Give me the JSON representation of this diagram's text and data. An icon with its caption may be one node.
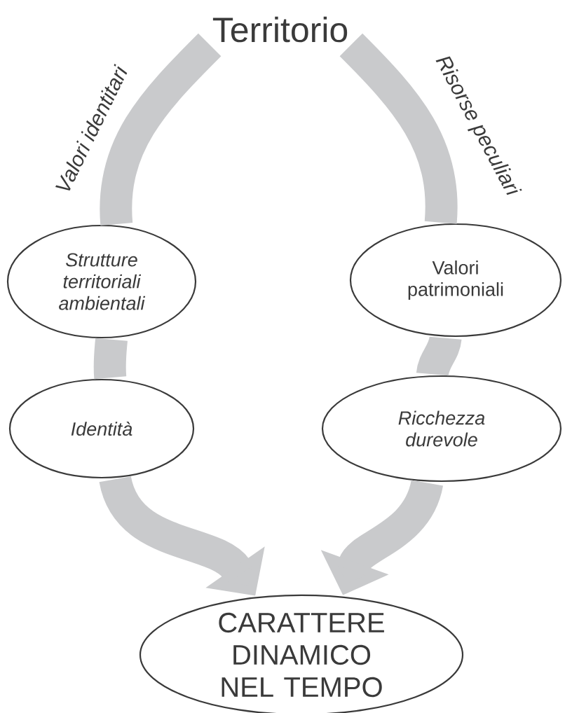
{
  "diagram": {
    "nodes": [
      {
        "text": [
          "Territorio"
        ]
      },
      {
        "text": [
          "Strutture territoriali ambientali"
        ]
      },
      {
        "text": [
          "Valori patrimoniali"
        ]
      },
      {
        "text": [
          "Identità"
        ]
      },
      {
        "text": [
          "Ricchezza durevole"
        ]
      },
      {
        "text": [
          "CARATTERE DINAMICO NEL TEMPO"
        ]
      }
    ],
    "edges": [
      {
        "from": 0,
        "to": 1,
        "arrow": "none",
        "label": "Valori identitari"
      },
      {
        "from": 1,
        "to": 3,
        "arrow": "none"
      },
      {
        "from": 3,
        "to": 5,
        "arrow": "to"
      },
      {
        "from": 0,
        "to": 2,
        "arrow": "none",
        "label": "Risorse peculiari"
      },
      {
        "from": 2,
        "to": 4,
        "arrow": "none"
      },
      {
        "from": 4,
        "to": 5,
        "arrow": "to"
      }
    ]
  }
}
